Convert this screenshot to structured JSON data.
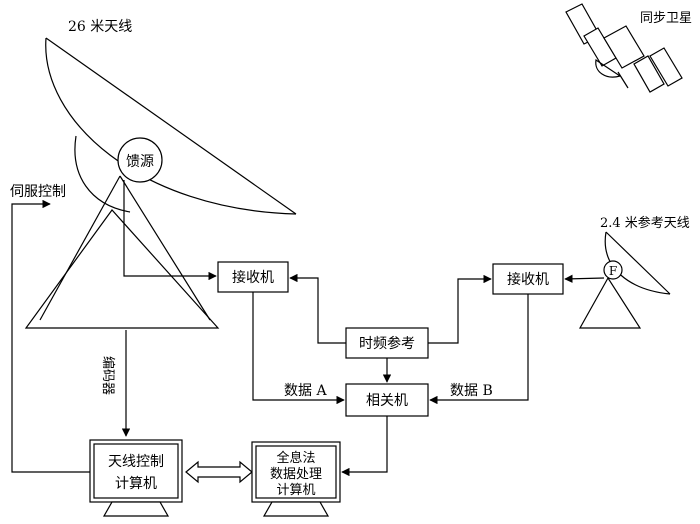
{
  "labels": {
    "antenna_26m": "26 米天线",
    "satellite": "同步卫星",
    "feed": "馈源",
    "servo_control": "伺服控制",
    "antenna_24m": "2.4 米参考天线",
    "feed_small": "F",
    "receiver_left": "接收机",
    "receiver_right": "接收机",
    "time_freq_ref": "时频参考",
    "data_a": "数据 A",
    "data_b": "数据 B",
    "correlator": "相关机",
    "encoder": "编码器",
    "antenna_ctrl_line1": "天线控制",
    "antenna_ctrl_line2": "计算机",
    "holo_line1": "全息法",
    "holo_line2": "数据处理",
    "holo_line3": "计算机"
  },
  "colors": {
    "line": "#000000",
    "background": "#ffffff"
  }
}
